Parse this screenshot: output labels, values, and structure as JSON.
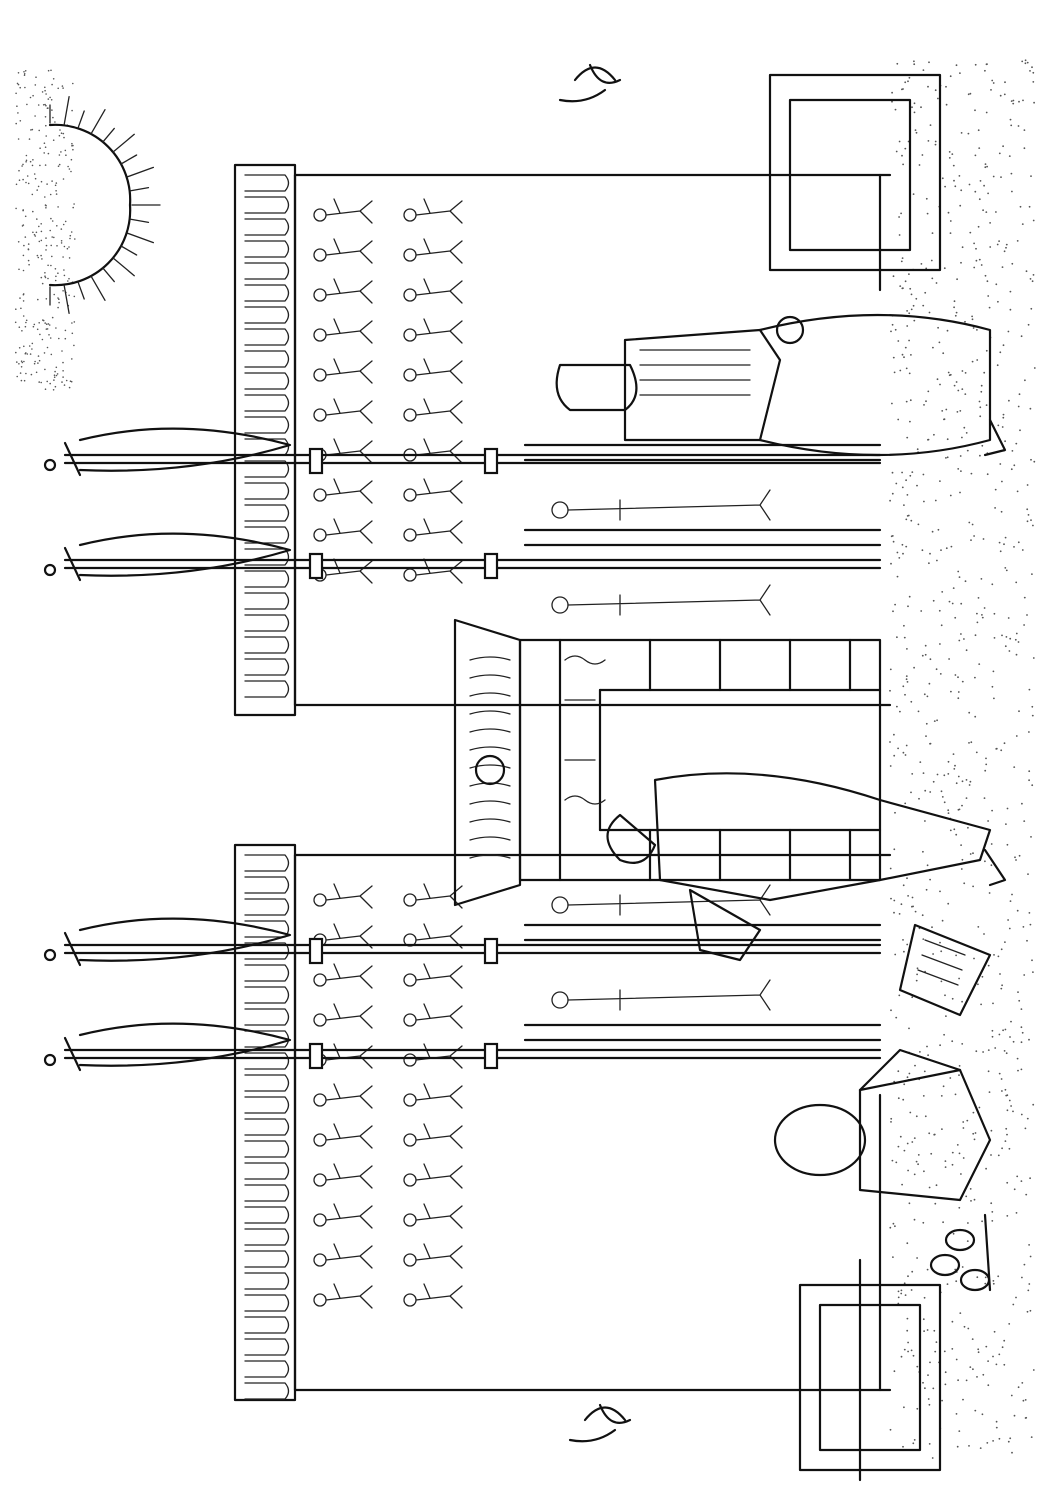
{
  "scene": {
    "background": "#ffffff",
    "ink": "#111111",
    "orientation": "rotated-90",
    "flags": 4,
    "temple_gate_figures_rows": 2
  },
  "icons": {
    "sun": "sun-icon",
    "flag": "flag-icon",
    "plant": "plant-icon",
    "scroll": "scroll-icon"
  }
}
